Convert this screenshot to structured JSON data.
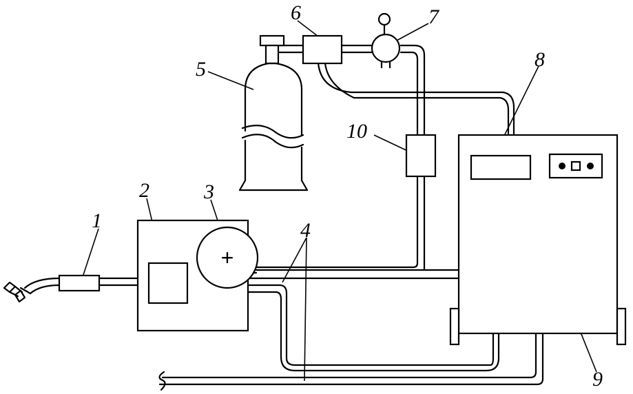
{
  "labels": {
    "l1": "1",
    "l2": "2",
    "l3": "3",
    "l4": "4",
    "l5": "5",
    "l6": "6",
    "l7": "7",
    "l8": "8",
    "l9": "9",
    "l10": "10"
  },
  "pump_symbol": "+"
}
